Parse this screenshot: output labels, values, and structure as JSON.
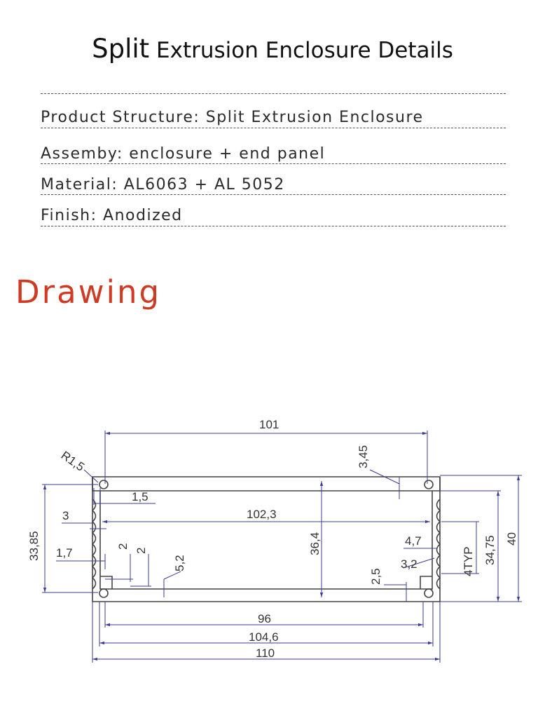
{
  "title": {
    "big": "Split",
    "rest": " Extrusion Enclosure Details"
  },
  "specs": [
    "Product Structure: Split Extrusion Enclosure",
    "Assemby: enclosure + end panel",
    "Material: AL6063 + AL 5052",
    "Finish: Anodized"
  ],
  "drawing_label": "Drawing",
  "dimensions": {
    "d101": "101",
    "d345": "3,45",
    "r15": "R1,5",
    "d15": "1,5",
    "d3": "3",
    "d1023": "102,3",
    "d3385": "33,85",
    "d364": "36,4",
    "d17": "1,7",
    "d2a": "2",
    "d2b": "2",
    "d52": "5,2",
    "d47": "4,7",
    "d32": "3,2",
    "d4typ": "4TYP",
    "d3475": "34,75",
    "d40": "40",
    "d25": "2,5",
    "d96": "96",
    "d1046": "104,6",
    "d110": "110"
  },
  "colors": {
    "dimension_line": "#3b3b9a",
    "outline": "#444444",
    "accent": "#d03a22"
  }
}
